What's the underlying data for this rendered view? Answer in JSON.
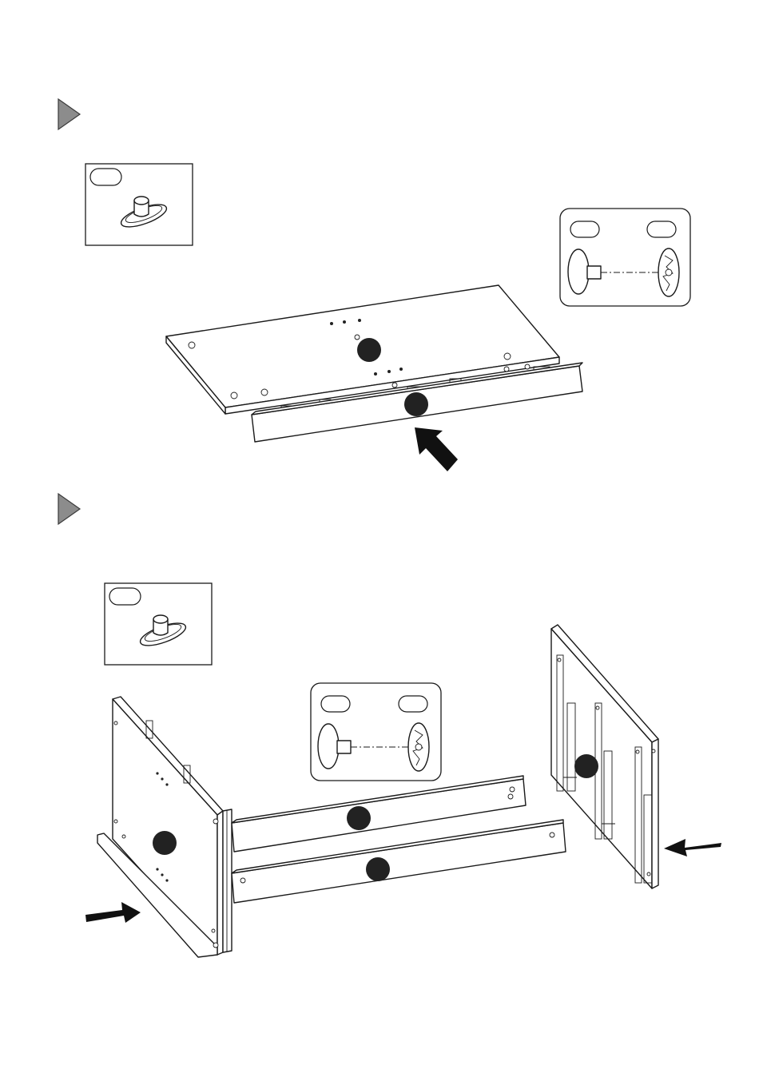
{
  "steps": [
    {
      "marker": "step-marker",
      "parts_box": {
        "part_icon": "cam-dowel-icon"
      },
      "detail_box": {
        "left_icon": "cam-dowel-icon",
        "right_icon": "cam-lock-icon"
      },
      "illustration": "bottom-panel-and-front-rail",
      "badges": 2,
      "arrows": 1
    },
    {
      "marker": "step-marker",
      "parts_box": {
        "part_icon": "cam-dowel-icon"
      },
      "detail_box": {
        "left_icon": "cam-dowel-icon",
        "right_icon": "cam-lock-icon"
      },
      "illustration": "side-panels-and-rails",
      "badges": 4,
      "arrows": 2
    }
  ],
  "colors": {
    "line": "#1a1a1a",
    "badge": "#222222",
    "marker": "#8c8c8c",
    "background": "#ffffff"
  }
}
